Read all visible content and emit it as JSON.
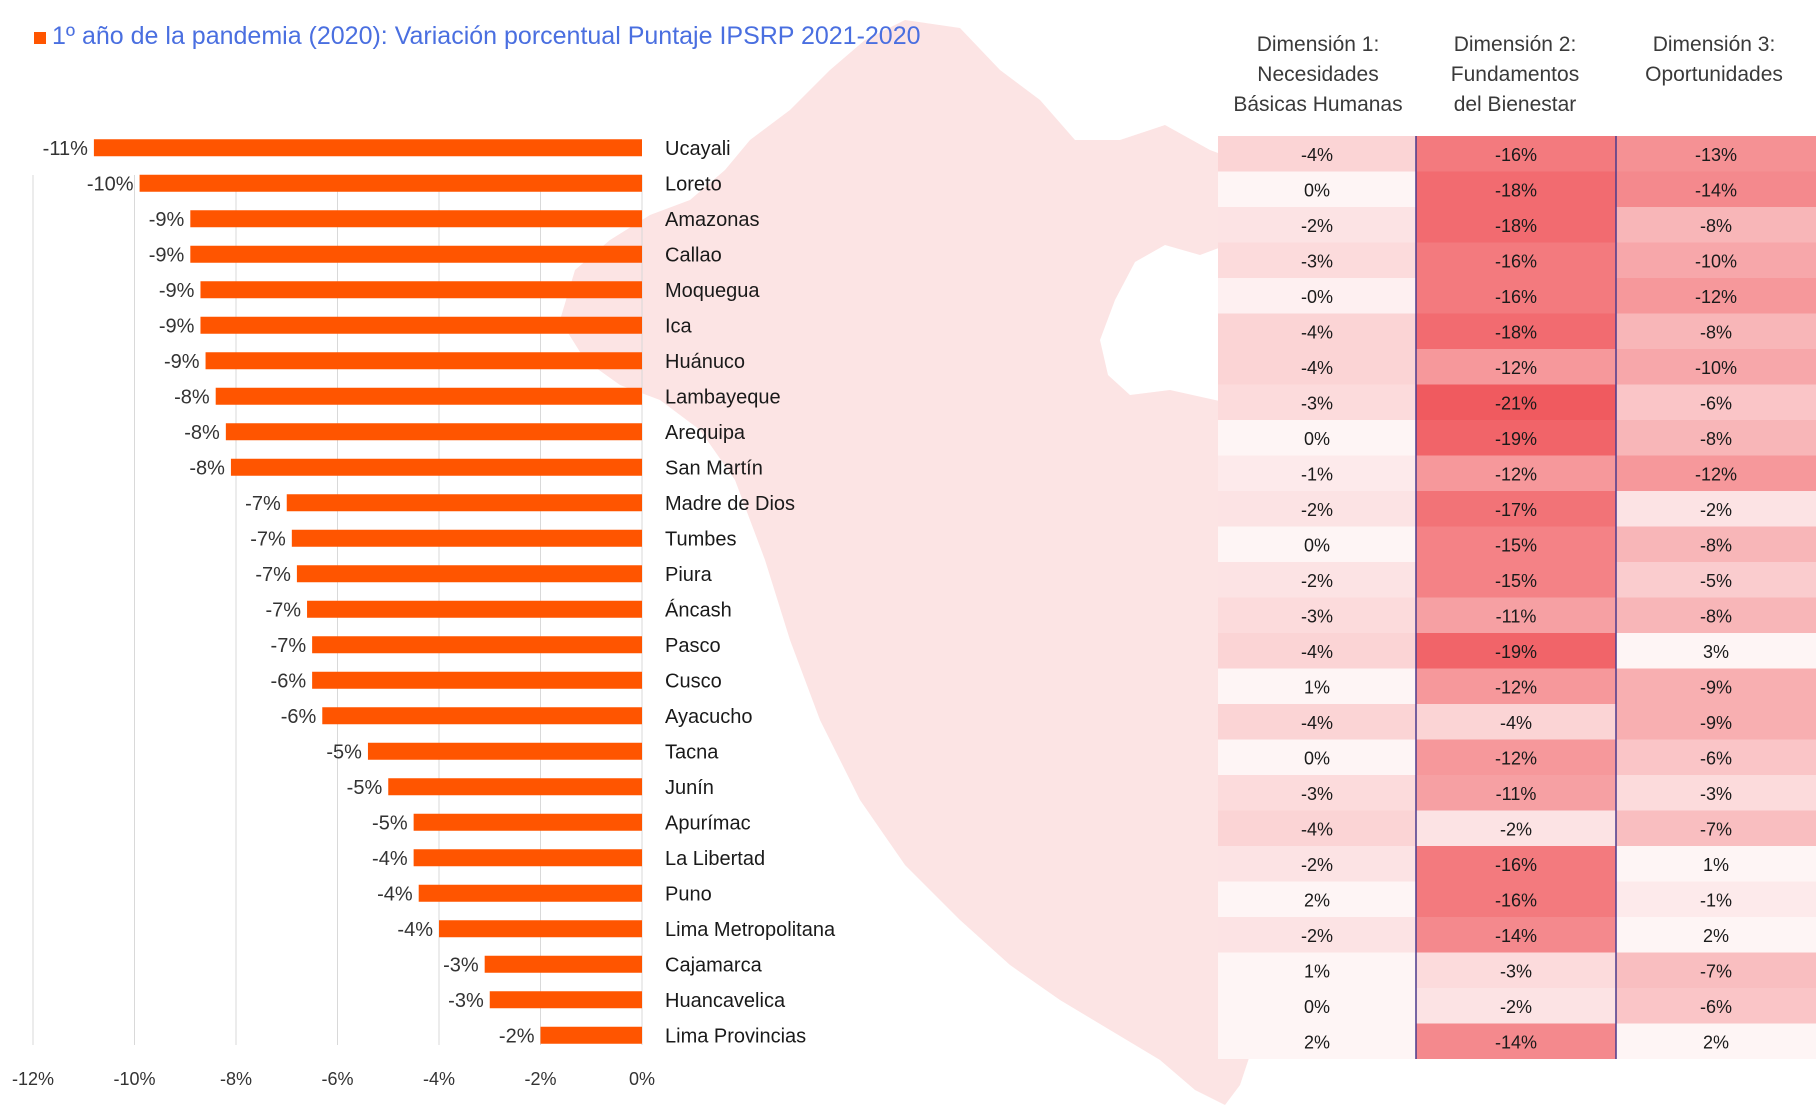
{
  "title": "1º año de la pandemia (2020): Variación porcentual Puntaje IPSRP 2021-2020",
  "colors": {
    "bar": "#FF5500",
    "title": "#4A6FE0",
    "map": "#FCE4E4",
    "heat_base": "#F05A5F"
  },
  "table_headers": [
    [
      "Dimensión 1:",
      "Necesidades",
      "Básicas Humanas"
    ],
    [
      "Dimensión 2:",
      "Fundamentos",
      "del Bienestar"
    ],
    [
      "Dimensión 3:",
      "Oportunidades"
    ]
  ],
  "chart_data": [
    {
      "type": "bar",
      "orientation": "horizontal",
      "categories": [
        "Ucayali",
        "Loreto",
        "Amazonas",
        "Callao",
        "Moquegua",
        "Ica",
        "Huánuco",
        "Lambayeque",
        "Arequipa",
        "San Martín",
        "Madre de Dios",
        "Tumbes",
        "Piura",
        "Áncash",
        "Pasco",
        "Cusco",
        "Ayacucho",
        "Tacna",
        "Junín",
        "Apurímac",
        "La Libertad",
        "Puno",
        "Lima Metropolitana",
        "Cajamarca",
        "Huancavelica",
        "Lima Provincias"
      ],
      "values": [
        -10.8,
        -9.9,
        -8.9,
        -8.9,
        -8.7,
        -8.7,
        -8.6,
        -8.4,
        -8.2,
        -8.1,
        -7.0,
        -6.9,
        -6.8,
        -6.6,
        -6.5,
        -6.5,
        -6.3,
        -5.4,
        -5.0,
        -4.5,
        -4.5,
        -4.4,
        -4.0,
        -3.1,
        -3.0,
        -2.0
      ],
      "data_labels": [
        "-11%",
        "-10%",
        "-9%",
        "-9%",
        "-9%",
        "-9%",
        "-9%",
        "-8%",
        "-8%",
        "-8%",
        "-7%",
        "-7%",
        "-7%",
        "-7%",
        "-7%",
        "-6%",
        "-6%",
        "-5%",
        "-5%",
        "-5%",
        "-4%",
        "-4%",
        "-4%",
        "-3%",
        "-3%",
        "-2%"
      ],
      "xlim": [
        -12,
        0
      ],
      "x_ticks": [
        "-12%",
        "-10%",
        "-8%",
        "-6%",
        "-4%",
        "-2%",
        "0%"
      ],
      "grid": "vertical"
    },
    {
      "type": "heatmap",
      "columns": [
        "Dimensión 1",
        "Dimensión 2",
        "Dimensión 3"
      ],
      "rows": [
        "Ucayali",
        "Loreto",
        "Amazonas",
        "Callao",
        "Moquegua",
        "Ica",
        "Huánuco",
        "Lambayeque",
        "Arequipa",
        "San Martín",
        "Madre de Dios",
        "Tumbes",
        "Piura",
        "Áncash",
        "Pasco",
        "Cusco",
        "Ayacucho",
        "Tacna",
        "Junín",
        "Apurímac",
        "La Libertad",
        "Puno",
        "Lima Metropolitana",
        "Cajamarca",
        "Huancavelica",
        "Lima Provincias"
      ],
      "values": [
        [
          -4,
          -16,
          -13
        ],
        [
          0,
          -18,
          -14
        ],
        [
          -2,
          -18,
          -8
        ],
        [
          -3,
          -16,
          -10
        ],
        [
          -0.2,
          -16,
          -12
        ],
        [
          -4,
          -18,
          -8
        ],
        [
          -4,
          -12,
          -10
        ],
        [
          -3,
          -21,
          -6
        ],
        [
          0,
          -19,
          -8
        ],
        [
          -1,
          -12,
          -12
        ],
        [
          -2,
          -17,
          -2
        ],
        [
          0,
          -15,
          -8
        ],
        [
          -2,
          -15,
          -5
        ],
        [
          -3,
          -11,
          -8
        ],
        [
          -4,
          -19,
          3
        ],
        [
          1,
          -12,
          -9
        ],
        [
          -4,
          -4,
          -9
        ],
        [
          0,
          -12,
          -6
        ],
        [
          -3,
          -11,
          -3
        ],
        [
          -4,
          -2,
          -7
        ],
        [
          -2,
          -16,
          1
        ],
        [
          2,
          -16,
          -1
        ],
        [
          -2,
          -14,
          2
        ],
        [
          1,
          -3,
          -7
        ],
        [
          0,
          -2,
          -6
        ],
        [
          2,
          -14,
          2
        ]
      ],
      "labels": [
        [
          "-4%",
          "-16%",
          "-13%"
        ],
        [
          "0%",
          "-18%",
          "-14%"
        ],
        [
          "-2%",
          "-18%",
          "-8%"
        ],
        [
          "-3%",
          "-16%",
          "-10%"
        ],
        [
          "-0%",
          "-16%",
          "-12%"
        ],
        [
          "-4%",
          "-18%",
          "-8%"
        ],
        [
          "-4%",
          "-12%",
          "-10%"
        ],
        [
          "-3%",
          "-21%",
          "-6%"
        ],
        [
          "0%",
          "-19%",
          "-8%"
        ],
        [
          "-1%",
          "-12%",
          "-12%"
        ],
        [
          "-2%",
          "-17%",
          "-2%"
        ],
        [
          "0%",
          "-15%",
          "-8%"
        ],
        [
          "-2%",
          "-15%",
          "-5%"
        ],
        [
          "-3%",
          "-11%",
          "-8%"
        ],
        [
          "-4%",
          "-19%",
          "3%"
        ],
        [
          "1%",
          "-12%",
          "-9%"
        ],
        [
          "-4%",
          "-4%",
          "-9%"
        ],
        [
          "0%",
          "-12%",
          "-6%"
        ],
        [
          "-3%",
          "-11%",
          "-3%"
        ],
        [
          "-4%",
          "-2%",
          "-7%"
        ],
        [
          "-2%",
          "-16%",
          "1%"
        ],
        [
          "2%",
          "-16%",
          "-1%"
        ],
        [
          "-2%",
          "-14%",
          "2%"
        ],
        [
          "1%",
          "-3%",
          "-7%"
        ],
        [
          "0%",
          "-2%",
          "-6%"
        ],
        [
          "2%",
          "-14%",
          "2%"
        ]
      ]
    }
  ]
}
